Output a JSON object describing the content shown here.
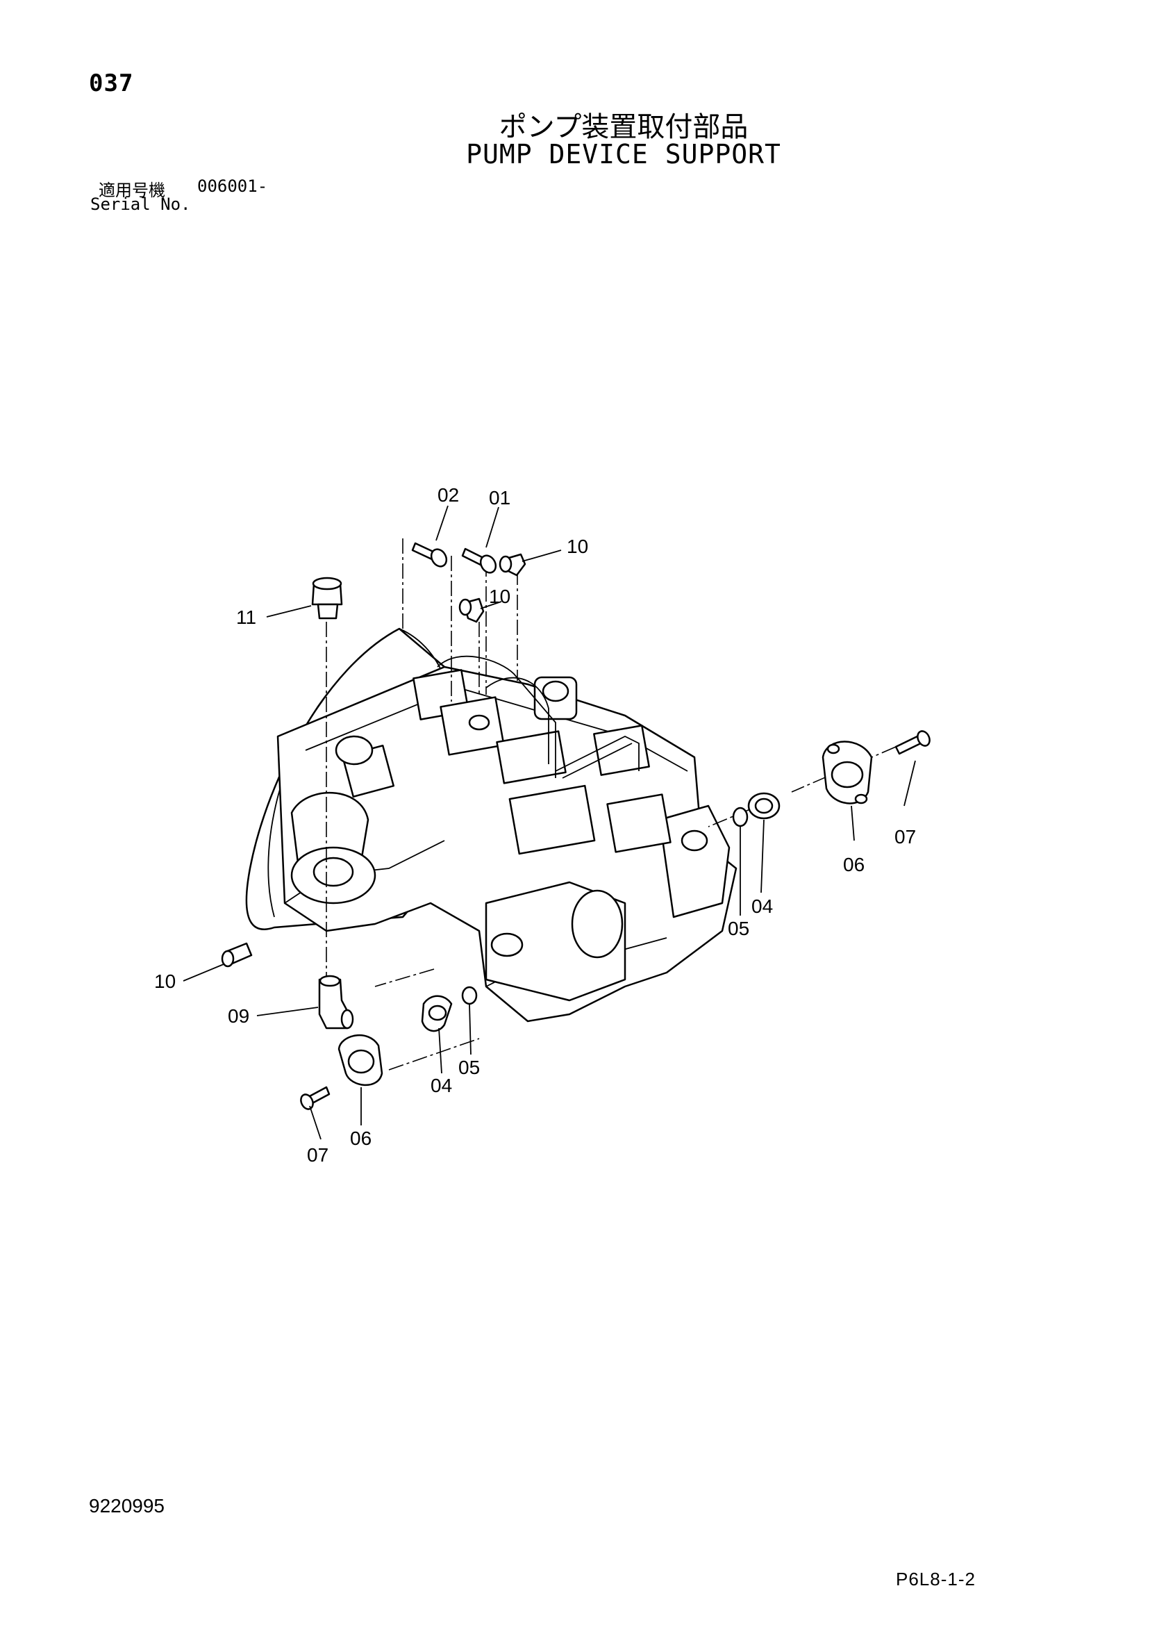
{
  "header": {
    "page_number": "037",
    "title_jp": "ポンプ装置取付部品",
    "title_en": "PUMP DEVICE SUPPORT",
    "serial_label_jp": "適用号機",
    "serial_value": "006001-",
    "serial_label_en": "Serial No."
  },
  "callouts": {
    "c02": "02",
    "c01": "01",
    "c10_top_right": "10",
    "c10_mid": "10",
    "c11": "11",
    "c07_right": "07",
    "c06_right": "06",
    "c04_right": "04",
    "c05_right": "05",
    "c10_left": "10",
    "c09": "09",
    "c04_bottom": "04",
    "c05_bottom": "05",
    "c06_bottom": "06",
    "c07_bottom": "07"
  },
  "footer": {
    "doc_number": "9220995",
    "page_code": "P6L8-1-2"
  }
}
